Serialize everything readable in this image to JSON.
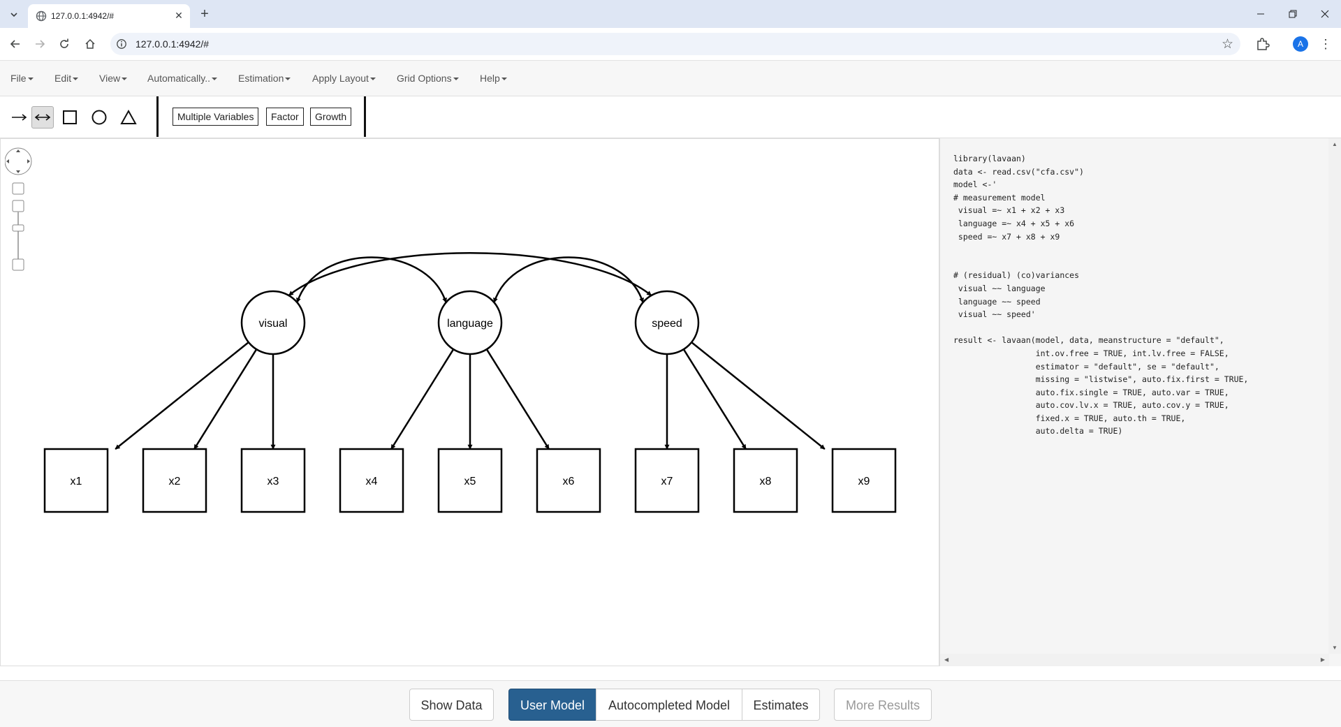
{
  "browser": {
    "tab_title": "127.0.0.1:4942/#",
    "url": "127.0.0.1:4942/#",
    "profile_initial": "A"
  },
  "menu": [
    {
      "label": "File"
    },
    {
      "label": "Edit"
    },
    {
      "label": "View"
    },
    {
      "label": "Automatically.."
    },
    {
      "label": "Estimation"
    },
    {
      "label": "Apply Layout"
    },
    {
      "label": "Grid Options"
    },
    {
      "label": "Help"
    }
  ],
  "tools": {
    "icons": [
      "arrow-icon",
      "double-arrow-icon",
      "square-icon",
      "circle-icon",
      "triangle-icon"
    ],
    "active": "double-arrow-icon",
    "buttons": [
      "Multiple Variables",
      "Factor",
      "Growth"
    ]
  },
  "diagram": {
    "latent": [
      "visual",
      "language",
      "speed"
    ],
    "observed": [
      "x1",
      "x2",
      "x3",
      "x4",
      "x5",
      "x6",
      "x7",
      "x8",
      "x9"
    ],
    "loadings": [
      [
        "visual",
        "x1"
      ],
      [
        "visual",
        "x2"
      ],
      [
        "visual",
        "x3"
      ],
      [
        "language",
        "x4"
      ],
      [
        "language",
        "x5"
      ],
      [
        "language",
        "x6"
      ],
      [
        "speed",
        "x7"
      ],
      [
        "speed",
        "x8"
      ],
      [
        "speed",
        "x9"
      ]
    ],
    "covariances": [
      [
        "visual",
        "language"
      ],
      [
        "language",
        "speed"
      ],
      [
        "visual",
        "speed"
      ]
    ]
  },
  "code_lines": [
    "library(lavaan)",
    "data <- read.csv(\"cfa.csv\")",
    "model <-'",
    "# measurement model",
    " visual =~ x1 + x2 + x3",
    " language =~ x4 + x5 + x6",
    " speed =~ x7 + x8 + x9",
    "",
    "",
    "# (residual) (co)variances",
    " visual ~~ language",
    " language ~~ speed",
    " visual ~~ speed'",
    "",
    "result <- lavaan(model, data, meanstructure = \"default\",",
    "                 int.ov.free = TRUE, int.lv.free = FALSE,",
    "                 estimator = \"default\", se = \"default\",",
    "                 missing = \"listwise\", auto.fix.first = TRUE,",
    "                 auto.fix.single = TRUE, auto.var = TRUE,",
    "                 auto.cov.lv.x = TRUE, auto.cov.y = TRUE,",
    "                 fixed.x = TRUE, auto.th = TRUE,",
    "                 auto.delta = TRUE)"
  ],
  "bottom": {
    "show_data": "Show Data",
    "user_model": "User Model",
    "autocompleted": "Autocompleted Model",
    "estimates": "Estimates",
    "more_results": "More Results",
    "active": "User Model"
  }
}
